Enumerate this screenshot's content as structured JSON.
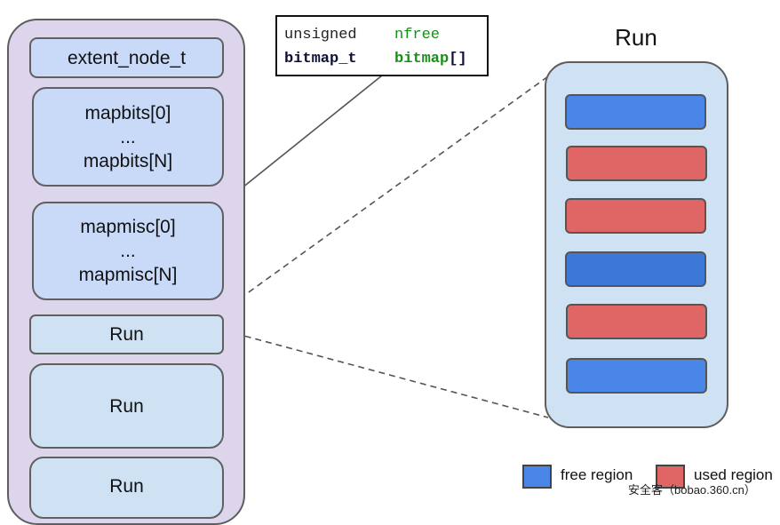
{
  "node": {
    "header": "extent_node_t",
    "mapbits": {
      "first": "mapbits[0]",
      "ellipsis": "...",
      "last": "mapbits[N]"
    },
    "mapmisc": {
      "first": "mapmisc[0]",
      "ellipsis": "...",
      "last": "mapmisc[N]"
    },
    "runs": [
      "Run",
      "Run",
      "Run"
    ]
  },
  "code": {
    "row1": {
      "type": "unsigned",
      "name": "nfree"
    },
    "row2": {
      "type": "bitmap_t",
      "name": "bitmap",
      "suffix": "[]"
    }
  },
  "run_detail": {
    "title": "Run",
    "regions": [
      "free",
      "used",
      "used",
      "free",
      "used",
      "free"
    ]
  },
  "legend": {
    "free_label": "free region",
    "used_label": "used region",
    "free_color": "#4a86e8",
    "used_color": "#e06666"
  },
  "watermark": "安全客（bobao.360.cn）"
}
